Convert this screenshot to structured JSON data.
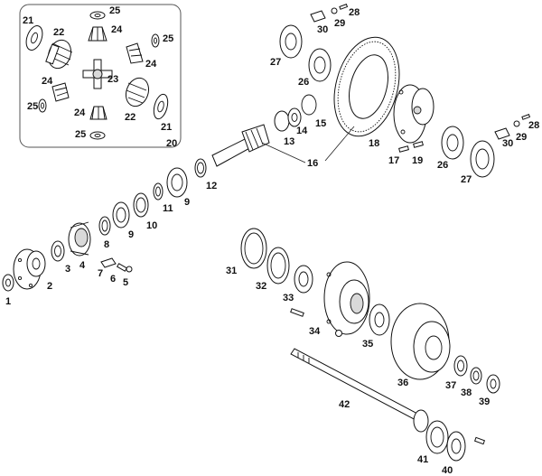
{
  "diagram": {
    "labels": {
      "l1": "1",
      "l2": "2",
      "l3": "3",
      "l4": "4",
      "l5": "5",
      "l6": "6",
      "l7": "7",
      "l8": "8",
      "l9a": "9",
      "l9b": "9",
      "l10": "10",
      "l11": "11",
      "l12": "12",
      "l13": "13",
      "l14": "14",
      "l15": "15",
      "l16": "16",
      "l17": "17",
      "l18": "18",
      "l19": "19",
      "l20": "20",
      "l21a": "21",
      "l21b": "21",
      "l22a": "22",
      "l22b": "22",
      "l23": "23",
      "l24a": "24",
      "l24b": "24",
      "l24c": "24",
      "l24d": "24",
      "l25a": "25",
      "l25b": "25",
      "l25c": "25",
      "l25d": "25",
      "l26a": "26",
      "l26b": "26",
      "l27a": "27",
      "l27b": "27",
      "l28a": "28",
      "l28b": "28",
      "l29a": "29",
      "l29b": "29",
      "l30a": "30",
      "l30b": "30",
      "l31": "31",
      "l32": "32",
      "l33": "33",
      "l34": "34",
      "l35": "35",
      "l36": "36",
      "l37": "37",
      "l38": "38",
      "l39": "39",
      "l40": "40",
      "l41": "41",
      "l42": "42"
    }
  }
}
